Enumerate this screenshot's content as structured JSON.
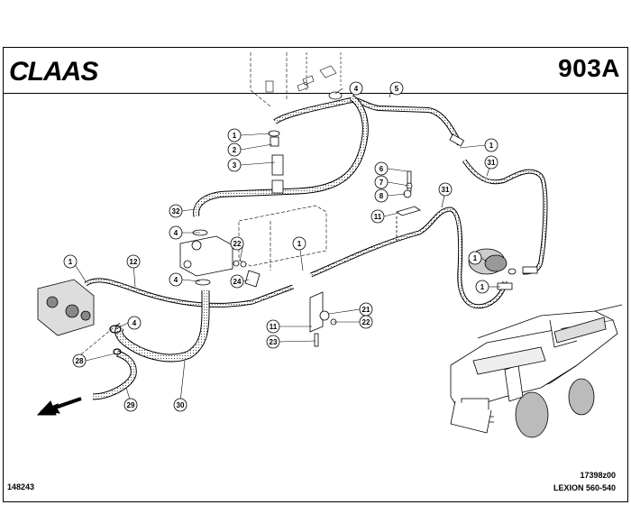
{
  "header": {
    "logo_text": "CLAAS",
    "page_number": "903A"
  },
  "footer": {
    "drawing_number": "148243",
    "ref_code": "17398z00",
    "model": "LEXION 560-540"
  },
  "callouts": {
    "c1a": "1",
    "c2": "2",
    "c3": "3",
    "c32": "32",
    "c4a": "4",
    "c4b": "4",
    "c4c": "4",
    "c5": "5",
    "c4d": "4",
    "c1b": "1",
    "c31a": "31",
    "c6": "6",
    "c7": "7",
    "c8": "8",
    "c11a": "11",
    "c31b": "31",
    "c1c": "1",
    "c1d": "1",
    "c22a": "22",
    "c24": "24",
    "c1e": "1",
    "c12": "12",
    "c1f": "1",
    "c21": "21",
    "c22b": "22",
    "c11b": "11",
    "c23": "23",
    "c28": "28",
    "c29": "29",
    "c30": "30"
  }
}
